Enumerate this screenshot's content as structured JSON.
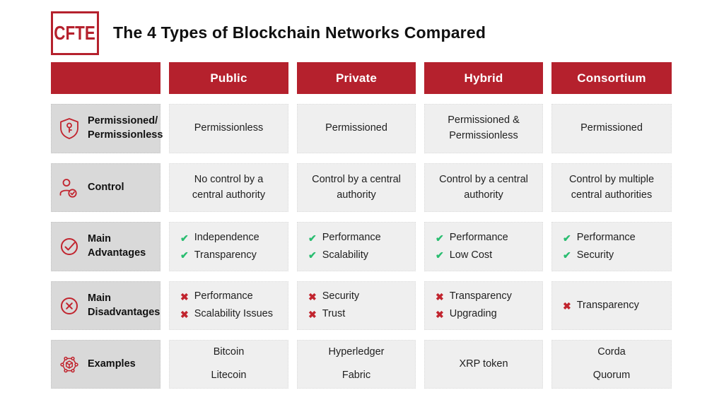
{
  "header": {
    "logo_text": "CFTE",
    "title": "The 4 Types of Blockchain Networks Compared"
  },
  "colors": {
    "brand_red": "#b5212d",
    "label_bg": "#d9d9d9",
    "cell_bg": "#efefef",
    "check_green": "#29bd70",
    "cross_red": "#c1242e"
  },
  "marks": {
    "check": "✔",
    "cross": "✖"
  },
  "table": {
    "column_headers": [
      "Public",
      "Private",
      "Hybrid",
      "Consortium"
    ],
    "rows": [
      {
        "icon": "shield-key-icon",
        "label_lines": [
          "Permissioned/",
          "Permissionless"
        ],
        "cells": [
          {
            "type": "text",
            "lines": [
              "Permissionless"
            ]
          },
          {
            "type": "text",
            "lines": [
              "Permissioned"
            ]
          },
          {
            "type": "text",
            "lines": [
              "Permissioned & Permissionless"
            ]
          },
          {
            "type": "text",
            "lines": [
              "Permissioned"
            ]
          }
        ]
      },
      {
        "icon": "person-check-icon",
        "label_lines": [
          "Control"
        ],
        "cells": [
          {
            "type": "text",
            "lines": [
              "No control by a central authority"
            ]
          },
          {
            "type": "text",
            "lines": [
              "Control by a central authority"
            ]
          },
          {
            "type": "text",
            "lines": [
              "Control by a central authority"
            ]
          },
          {
            "type": "text",
            "lines": [
              "Control by multiple central authorities"
            ]
          }
        ]
      },
      {
        "icon": "circle-check-icon",
        "label_lines": [
          "Main",
          "Advantages"
        ],
        "cells": [
          {
            "type": "pros",
            "items": [
              "Independence",
              "Transparency"
            ]
          },
          {
            "type": "pros",
            "items": [
              "Performance",
              "Scalability"
            ]
          },
          {
            "type": "pros",
            "items": [
              "Performance",
              "Low Cost"
            ]
          },
          {
            "type": "pros",
            "items": [
              "Performance",
              "Security"
            ]
          }
        ]
      },
      {
        "icon": "circle-x-icon",
        "label_lines": [
          "Main",
          "Disadvantages"
        ],
        "cells": [
          {
            "type": "cons",
            "items": [
              "Performance",
              "Scalability Issues"
            ]
          },
          {
            "type": "cons",
            "items": [
              "Security",
              "Trust"
            ]
          },
          {
            "type": "cons",
            "items": [
              "Transparency",
              "Upgrading"
            ]
          },
          {
            "type": "cons",
            "items": [
              "Transparency"
            ]
          }
        ]
      },
      {
        "icon": "network-cube-icon",
        "label_lines": [
          "Examples"
        ],
        "cells": [
          {
            "type": "stacked",
            "lines": [
              "Bitcoin",
              "Litecoin"
            ]
          },
          {
            "type": "stacked",
            "lines": [
              "Hyperledger",
              "Fabric"
            ]
          },
          {
            "type": "stacked",
            "lines": [
              "XRP token"
            ]
          },
          {
            "type": "stacked",
            "lines": [
              "Corda",
              "Quorum"
            ]
          }
        ]
      }
    ]
  }
}
